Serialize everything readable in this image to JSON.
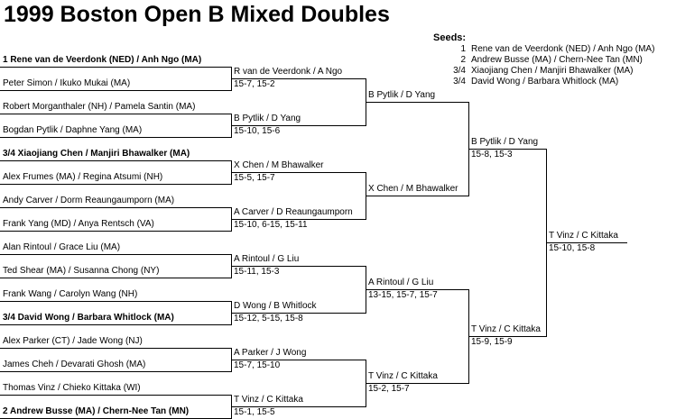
{
  "title": "1999 Boston Open B Mixed Doubles",
  "seeds": {
    "heading": "Seeds:",
    "entries": [
      {
        "seed": "1",
        "team": "Rene van de Veerdonk (NED) / Anh Ngo (MA)"
      },
      {
        "seed": "2",
        "team": "Andrew Busse (MA) / Chern-Nee Tan (MN)"
      },
      {
        "seed": "3/4",
        "team": "Xiaojiang Chen / Manjiri Bhawalker (MA)"
      },
      {
        "seed": "3/4",
        "team": "David Wong / Barbara Whitlock (MA)"
      }
    ]
  },
  "round1": [
    "1 Rene van de Veerdonk (NED) / Anh Ngo (MA)",
    "Peter Simon / Ikuko Mukai (MA)",
    "Robert Morganthaler (NH) / Pamela Santin (MA)",
    "Bogdan Pytlik / Daphne Yang (MA)",
    "3/4 Xiaojiang Chen / Manjiri Bhawalker (MA)",
    "Alex Frumes (MA) / Regina Atsumi (NH)",
    "Andy Carver / Dorm Reaungaumporn (MA)",
    "Frank Yang (MD) / Anya Rentsch (VA)",
    "Alan Rintoul / Grace Liu (MA)",
    "Ted Shear (MA) / Susanna Chong (NY)",
    "Frank Wang / Carolyn Wang (NH)",
    "3/4 David Wong / Barbara Whitlock (MA)",
    "Alex Parker (CT) / Jade Wong (NJ)",
    "James Cheh / Devarati Ghosh (MA)",
    "Thomas Vinz /  Chieko Kittaka (WI)",
    "2 Andrew Busse (MA) / Chern-Nee Tan (MN)"
  ],
  "round2": [
    {
      "team": "R van de Veerdonk / A Ngo",
      "score": "15-7, 15-2"
    },
    {
      "team": "B Pytlik / D Yang",
      "score": "15-10, 15-6"
    },
    {
      "team": "X Chen / M Bhawalker",
      "score": "15-5, 15-7"
    },
    {
      "team": "A Carver / D Reaungaumporn",
      "score": "15-10, 6-15, 15-11"
    },
    {
      "team": "A Rintoul / G Liu",
      "score": "15-11, 15-3"
    },
    {
      "team": "D Wong / B Whitlock",
      "score": "15-12, 5-15, 15-8"
    },
    {
      "team": "A Parker / J Wong",
      "score": "15-7, 15-10"
    },
    {
      "team": "T Vinz / C Kittaka",
      "score": "15-1, 15-5"
    }
  ],
  "round3": [
    {
      "team": "B Pytlik / D Yang",
      "score": ""
    },
    {
      "team": "X Chen / M Bhawalker",
      "score": ""
    },
    {
      "team": "A Rintoul / G Liu",
      "score": "13-15, 15-7, 15-7"
    },
    {
      "team": "T Vinz / C Kittaka",
      "score": "15-2, 15-7"
    }
  ],
  "round4": [
    {
      "team": "B Pytlik / D Yang",
      "score": "15-8, 15-3"
    },
    {
      "team": "T Vinz / C Kittaka",
      "score": "15-9, 15-9"
    }
  ],
  "final": {
    "team": "T Vinz / C Kittaka",
    "score": "15-10, 15-8"
  }
}
